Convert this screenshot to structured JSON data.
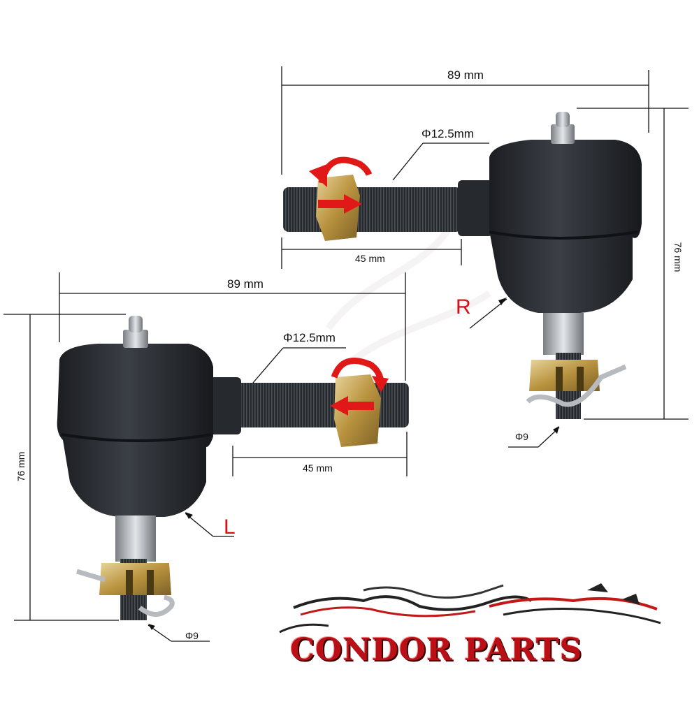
{
  "right_part": {
    "length_label": "89 mm",
    "height_label": "76 mm",
    "thread_label": "45 mm",
    "shaft_diameter_label": "Φ12.5mm",
    "stud_diameter_label": "Φ9",
    "side_label": "R"
  },
  "left_part": {
    "length_label": "89 mm",
    "height_label": "76 mm",
    "thread_label": "45 mm",
    "shaft_diameter_label": "Φ12.5mm",
    "stud_diameter_label": "Φ9",
    "side_label": "L"
  },
  "logo": {
    "text": "CONDOR PARTS"
  },
  "colors": {
    "body": "#2b2e33",
    "brass": "#c9a24a",
    "arrow": "#e01818",
    "dimension_line": "#111111"
  }
}
